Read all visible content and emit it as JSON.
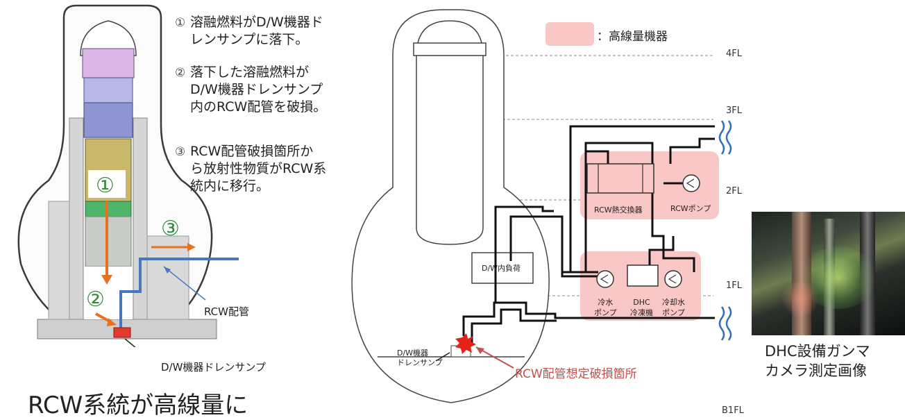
{
  "steps": [
    {
      "num": "①",
      "text": "溶融燃料がD/W機器ド\nレンサンプに落下。"
    },
    {
      "num": "②",
      "text": "落下した溶融燃料が\nD/W機器ドレンサンプ\n内のRCW配管を破損。"
    },
    {
      "num": "③",
      "text": "RCW配管破損箇所か\nら放射性物質がRCW系\n統内に移行。"
    }
  ],
  "reactor_labels": {
    "circle1": "①",
    "circle2": "②",
    "circle3": "③",
    "rcw_pipe": "RCW配管",
    "sump": "D/W機器ドレンサンプ"
  },
  "headline": "RCW系統が高線量に",
  "legend": {
    "label": "：高線量機器",
    "color": "#f9c7c5"
  },
  "floors": [
    "4FL",
    "3FL",
    "2FL",
    "1FL",
    "B1FL"
  ],
  "equipment": {
    "hx": "RCW熱交換器",
    "pump": "RCWポンプ",
    "dw_load": "D/W内負荷",
    "chilled_pump": "冷水\nポンプ",
    "dhc": "DHC\n冷凍機",
    "cooling_pump": "冷却水\nポンプ",
    "dw_sump": "D/W機器\nドレンサンプ"
  },
  "damage_label": "RCW配管想定破損箇所",
  "photo_caption": [
    "DHC設備ガンマ",
    "カメラ測定画像"
  ],
  "colors": {
    "arrow": "#e8701f",
    "pipe": "#4a76bd",
    "highlight": "#f9c7c5",
    "damage_text": "#c0504d"
  }
}
